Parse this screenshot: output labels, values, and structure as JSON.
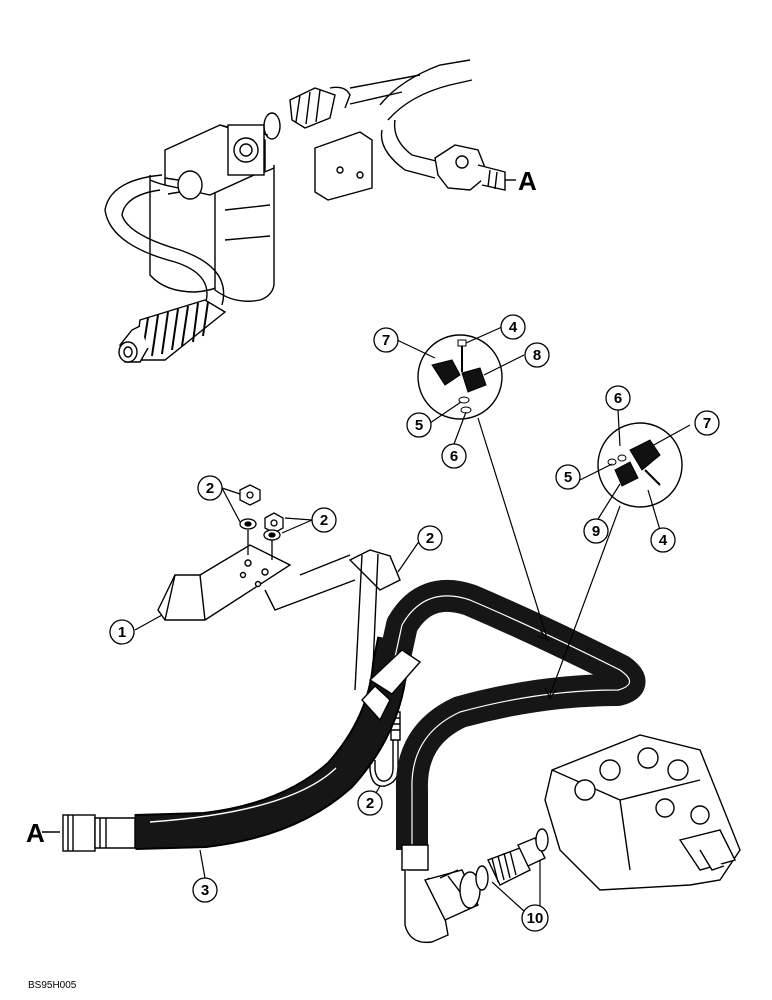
{
  "figure": {
    "code": "BS95H005",
    "ref_letter_top": "A",
    "ref_letter_left": "A"
  },
  "callouts": {
    "c1": "1",
    "c2a": "2",
    "c2b": "2",
    "c2c": "2",
    "c2d": "2",
    "c3": "3",
    "c4a": "4",
    "c4b": "4",
    "c5a": "5",
    "c5b": "5",
    "c6a": "6",
    "c6b": "6",
    "c7a": "7",
    "c7b": "7",
    "c8": "8",
    "c9": "9",
    "c10": "10"
  },
  "colors": {
    "ink": "#000000",
    "paper": "#ffffff",
    "hose": "#161616"
  }
}
